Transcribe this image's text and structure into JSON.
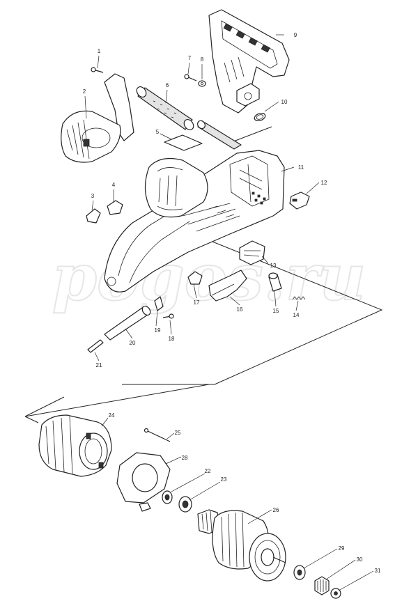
{
  "watermark": "pogos.ru",
  "callouts": [
    {
      "id": "1",
      "label": "1"
    },
    {
      "id": "2",
      "label": "2"
    },
    {
      "id": "3",
      "label": "3"
    },
    {
      "id": "4",
      "label": "4"
    },
    {
      "id": "5",
      "label": "5"
    },
    {
      "id": "6",
      "label": "6"
    },
    {
      "id": "7",
      "label": "7"
    },
    {
      "id": "8",
      "label": "8"
    },
    {
      "id": "9",
      "label": "9"
    },
    {
      "id": "10",
      "label": "10"
    },
    {
      "id": "11",
      "label": "11"
    },
    {
      "id": "12",
      "label": "12"
    },
    {
      "id": "13",
      "label": "13"
    },
    {
      "id": "14",
      "label": "14"
    },
    {
      "id": "15",
      "label": "15"
    },
    {
      "id": "16",
      "label": "16"
    },
    {
      "id": "17",
      "label": "17"
    },
    {
      "id": "18",
      "label": "18"
    },
    {
      "id": "19",
      "label": "19"
    },
    {
      "id": "20",
      "label": "20"
    },
    {
      "id": "21",
      "label": "21"
    },
    {
      "id": "22",
      "label": "22"
    },
    {
      "id": "23",
      "label": "23"
    },
    {
      "id": "24",
      "label": "24"
    },
    {
      "id": "25",
      "label": "25"
    },
    {
      "id": "26",
      "label": "26"
    },
    {
      "id": "28",
      "label": "28"
    },
    {
      "id": "29",
      "label": "29"
    },
    {
      "id": "30",
      "label": "30"
    },
    {
      "id": "31",
      "label": "31"
    }
  ]
}
